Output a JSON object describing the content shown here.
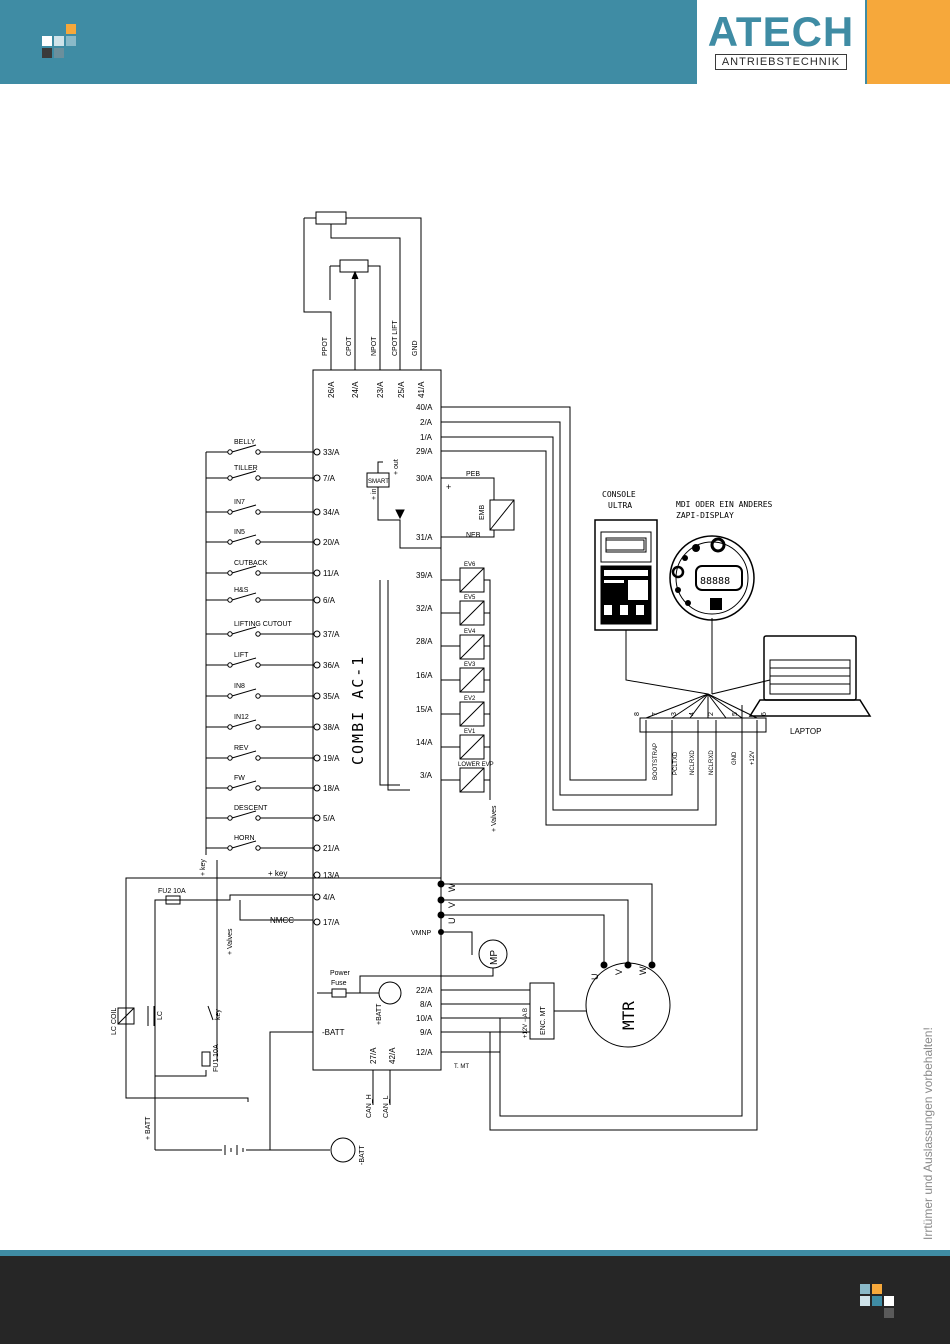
{
  "brand": {
    "name": "ATECH",
    "subtitle": "ANTRIEBSTECHNIK"
  },
  "disclaimer": "Irrtümer und Auslassungen vorbehalten!",
  "colors": {
    "header": "#3f8ca4",
    "accent": "#f6a83b",
    "footer": "#262626"
  },
  "diagram": {
    "controller_label": "COMBI AC-1",
    "pot_labels": [
      "PPOT",
      "CPOT",
      "NPOT",
      "CPOT LIFT",
      "GND"
    ],
    "pot_pins": [
      "26/A",
      "24/A",
      "23/A",
      "25/A",
      "41/A"
    ],
    "right_pins_top": [
      "40/A",
      "2/A",
      "1/A",
      "29/A"
    ],
    "left_pins": [
      "33/A",
      "7/A",
      "34/A",
      "20/A",
      "11/A",
      "6/A",
      "37/A",
      "36/A",
      "35/A",
      "38/A",
      "19/A",
      "18/A",
      "5/A",
      "21/A",
      "13/A",
      "4/A",
      "17/A"
    ],
    "switch_labels": [
      "BELLY",
      "TILLER",
      "IN7",
      "IN5",
      "CUTBACK",
      "H&S",
      "LIFTING CUTOUT",
      "LIFT",
      "IN8",
      "IN12",
      "REV",
      "FW",
      "DESCENT",
      "HORN"
    ],
    "valve_pins": [
      "39/A",
      "32/A",
      "28/A",
      "16/A",
      "15/A",
      "14/A",
      "3/A"
    ],
    "valve_labels": [
      "EV6",
      "EV5",
      "EV4",
      "EV3",
      "EV2",
      "EV1",
      "LOWER EVP"
    ],
    "brake_pins": [
      "30/A",
      "31/A"
    ],
    "peb": "PEB",
    "neb": "NEB",
    "emb": "EMB",
    "smart": "SMART",
    "smart_out": "+ out",
    "smart_in": "+ in",
    "plus_sign": "+",
    "plus_valves": "+ Valves",
    "plus_key": "+ key",
    "nmcc": "NMCC",
    "vmnp": "VMNP",
    "mp": "MP",
    "mtr": "MTR",
    "uvw": [
      "U",
      "V",
      "W"
    ],
    "power_fuse": [
      "Power",
      "Fuse"
    ],
    "plus_batt": "+BATT",
    "minus_batt": "-BATT",
    "batt_plus_label": "+ BATT",
    "batt_minus_label": "-BATT",
    "enc_pins": [
      "22/A",
      "8/A",
      "10/A",
      "9/A",
      "12/A"
    ],
    "enc_label": "ENC. MT",
    "enc_signals": "+12V − A  B",
    "tmt": "T. MT",
    "can_pins": [
      "27/A",
      "42/A"
    ],
    "can_labels": [
      "CAN_H",
      "CAN_L"
    ],
    "fu2": "FU2 10A",
    "fu1": "FU1 10A",
    "lc_coil": "LC COIL",
    "lc": "LC",
    "key": "key",
    "console_title": [
      "CONSOLE",
      "ULTRA"
    ],
    "mdi_title": [
      "MDI ODER EIN ANDERES",
      "ZAPI-DISPLAY"
    ],
    "mdi_digits": "88888",
    "laptop": "LAPTOP",
    "connector_pins": [
      "8",
      "7",
      "3",
      "4",
      "2",
      "5",
      "6"
    ],
    "connector_signals": [
      "BOOTSTRAP",
      "PCLTXD",
      "NCLRXD",
      "NCLRXD",
      "GND",
      "+12V"
    ]
  }
}
